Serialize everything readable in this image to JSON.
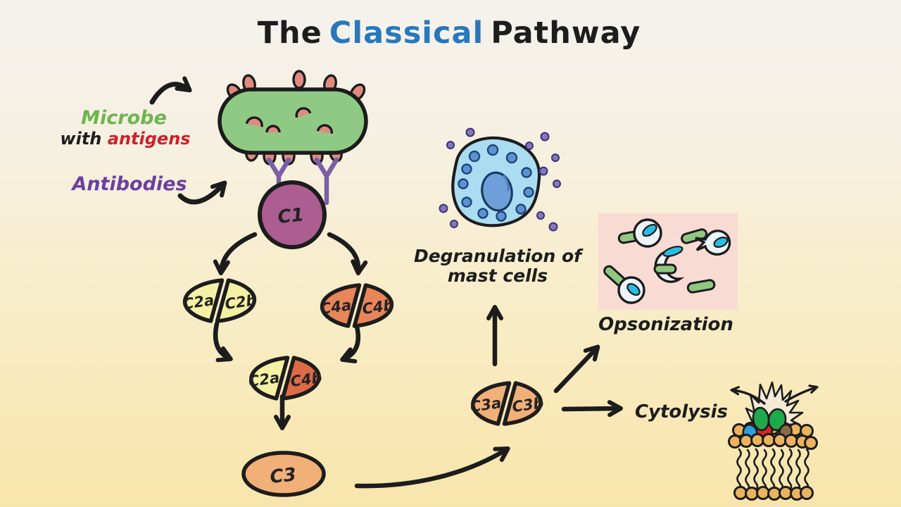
{
  "title": {
    "part1": "The",
    "highlight": "Classical",
    "part2": "Pathway"
  },
  "labels": {
    "microbe": "Microbe",
    "with": "with",
    "antigens": "antigens",
    "antibodies": "Antibodies",
    "degranulation_line1": "Degranulation of",
    "degranulation_line2": "mast cells",
    "opsonization": "Opsonization",
    "cytolysis": "Cytolysis"
  },
  "molecules": {
    "c1": "C1",
    "c2a": "C2a",
    "c2b": "C2b",
    "c4a": "C4a",
    "c4b": "C4b",
    "c3": "C3",
    "c3a": "C3a",
    "c3b": "C3b"
  },
  "colors": {
    "classical_blue": "#2878bc",
    "microbe_label_green": "#6cb54d",
    "antigen_label_red": "#d0202a",
    "antibody_label_purple": "#6b3fa0",
    "ink": "#1c1c1c",
    "microbe_fill": "#8fca85",
    "antigen_fill": "#e08a82",
    "antibody_fill": "#7a5fa8",
    "c1_fill": "#ac5e92",
    "c2_yellow": "#f4f1a4",
    "c4_orange": "#e8855a",
    "c4b_deep_orange": "#dd6b47",
    "c3_light_orange": "#f1b077",
    "mast_cell_fill": "#aadcf2",
    "mast_nucleus_fill": "#6f9fd9",
    "granule_blue": "#5b92d2",
    "released_dot_purple": "#8277bc",
    "opsonization_panel_pink": "#f8dbd3",
    "bacteria_rod_green": "#8fc87e",
    "phagocyte_white": "#ecf5fa",
    "phagocyte_nucleus_cyan": "#29bde4",
    "lipid_head_tan": "#ecb35f",
    "burst_cream": "#f5ead6"
  }
}
